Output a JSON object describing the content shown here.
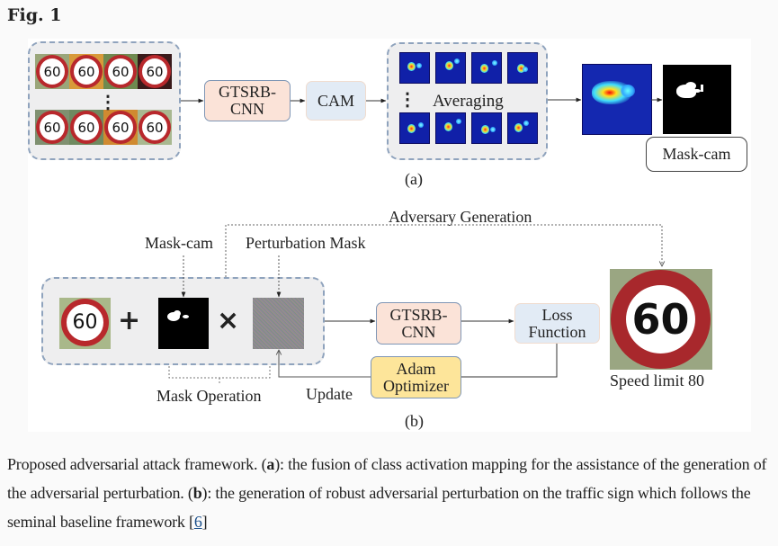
{
  "figure": {
    "title": "Fig. 1",
    "part_a": {
      "label": "(a)",
      "input_sign_text": "60",
      "model_box": "GTSRB-\nCNN",
      "model_box_line1": "GTSRB-",
      "model_box_line2": "CNN",
      "cam_box": "CAM",
      "averaging_label": "Averaging",
      "mask_label": "Mask-cam",
      "vertical_ellipsis": "⋮"
    },
    "part_b": {
      "label": "(b)",
      "adversary_generation_label": "Adversary Generation",
      "mask_cam_label": "Mask-cam",
      "perturbation_mask_label": "Perturbation Mask",
      "input_sign_text": "60",
      "plus_symbol": "+",
      "times_symbol": "×",
      "mask_operation_label": "Mask Operation",
      "update_label": "Update",
      "model_box_line1": "GTSRB-",
      "model_box_line2": "CNN",
      "loss_box_line1": "Loss",
      "loss_box_line2": "Function",
      "optimizer_box_line1": "Adam",
      "optimizer_box_line2": "Optimizer",
      "output_sign_text": "60",
      "output_label": "Speed limit 80"
    },
    "colors": {
      "model_box": "#fbe3d8",
      "cam_loss_box": "#e2ebf5",
      "optimizer_box": "#fde59a",
      "group_border": "#8fa3bd",
      "sign_ring": "#b8282c",
      "heatmap_bg": "#1020a8"
    }
  },
  "caption": {
    "prefix": "Proposed adversarial attack framework. (",
    "a_bold": "a",
    "a_text": "): the fusion of class activation mapping for the assistance of the generation of the adversarial perturbation. (",
    "b_bold": "b",
    "b_text": "): the generation of robust adversarial perturbation on the traffic sign which follows the seminal baseline framework ",
    "ref_open": "[",
    "ref_link": "6",
    "ref_close": "]"
  }
}
